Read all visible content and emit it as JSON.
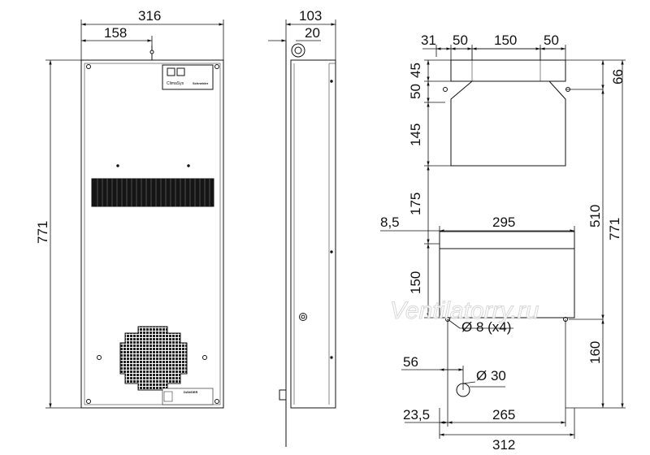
{
  "front_view": {
    "width_total": "316",
    "width_half": "158",
    "height_total": "771",
    "brand_label": "ClimaSys",
    "maker_label": "Schneider",
    "warning_label": "DANGER"
  },
  "side_view": {
    "depth_total": "103",
    "depth_small": "20"
  },
  "cutout_view": {
    "top_offsets": [
      "31",
      "50",
      "150",
      "50"
    ],
    "left_vertical": [
      "45",
      "50",
      "145",
      "175",
      "150"
    ],
    "right_vertical": [
      "66",
      "510",
      "771",
      "160"
    ],
    "lower_width": "295",
    "lower_offset": "8,5",
    "hole_label": "Ø 8 (x4)",
    "drain_label": "Ø 30",
    "drain_offset": "56",
    "bottom_offset": "23,5",
    "bottom_inner": "265",
    "bottom_total": "312"
  },
  "watermark": "Ventilatorry.ru"
}
